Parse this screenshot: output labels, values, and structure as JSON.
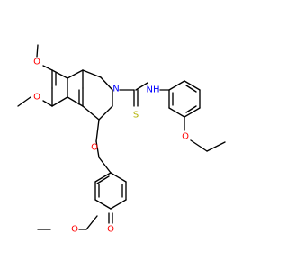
{
  "colors": {
    "background": "#ffffff",
    "bond": "#000000",
    "oxygen": "#ff0000",
    "nitrogen": "#0000ff",
    "sulfur": "#b2b200"
  },
  "atoms": {
    "o_methoxy_upper": "O",
    "o_methoxy_lower": "O",
    "n_ring": "N",
    "nh": "NH",
    "s_thione": "S",
    "o_ethoxy": "O",
    "o_aryl_ether": "O",
    "o_ester_carbonyl": "O",
    "o_ester_single": "O"
  }
}
